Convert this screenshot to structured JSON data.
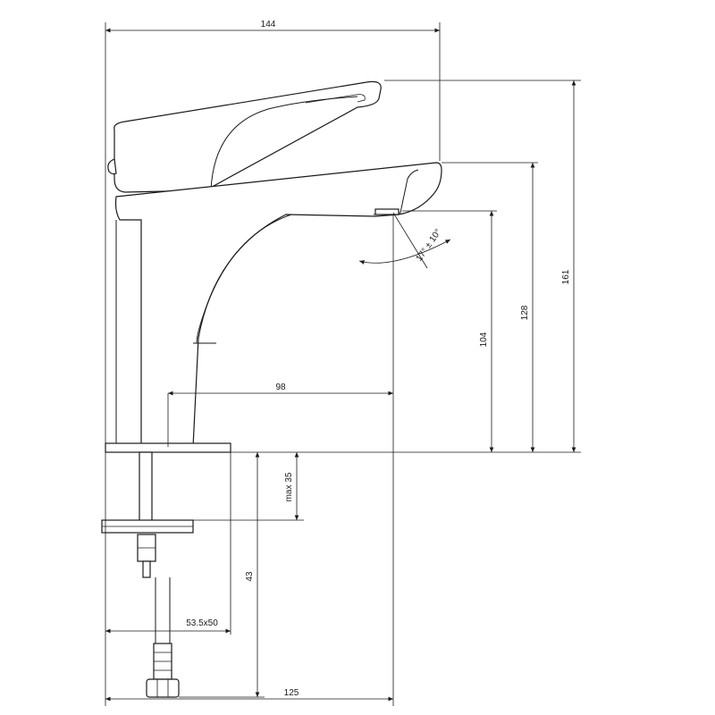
{
  "dimensions": {
    "overall_width": "144",
    "height_total": "161",
    "height_spout_top": "128",
    "height_outlet": "104",
    "spout_reach": "98",
    "max_deck": "max 35",
    "below_deck": "43",
    "hose_label": "53.5x50",
    "bottom_width": "125",
    "angle": "17° ± 10°"
  }
}
